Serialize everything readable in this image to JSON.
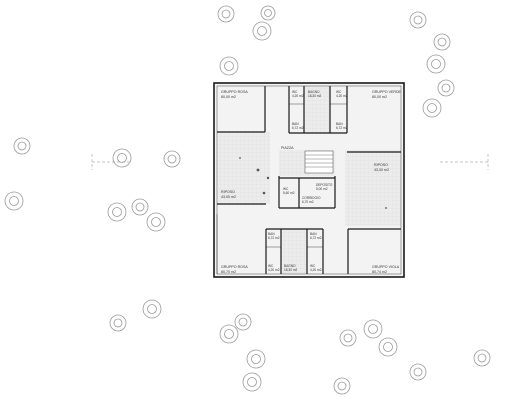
{
  "plan": {
    "rooms": {
      "nw_group": {
        "name": "GRUPPO ROSA",
        "area": "80,00 m2"
      },
      "ne_group": {
        "name": "GRUPPO VERDE",
        "area": "80,00 m2"
      },
      "sw_group": {
        "name": "GRUPPO ROSA",
        "area": "80,70 m2"
      },
      "se_group": {
        "name": "GRUPPO VIOLA",
        "area": "80,74 m2"
      },
      "west_rest": {
        "name": "RIPOSO",
        "area": "43,00 m2"
      },
      "east_rest": {
        "name": "RIPOSO",
        "area": "43,00 m2"
      },
      "central_court": {
        "name": "PIAZZA"
      },
      "wc_a": {
        "name": "WC",
        "area": "5,60 m2"
      },
      "storage_c": {
        "name": "DEPOSITO",
        "area": "5,00 m2"
      },
      "corridor": {
        "name": "CORRIDOIO",
        "area": "6,70 m2"
      },
      "north_wc_left": {
        "name": "WC",
        "area": "4,20 m2"
      },
      "north_bath": {
        "name": "BAGNO",
        "area": "18,30 m2"
      },
      "north_wc_right": {
        "name": "WC",
        "area": "4,20 m2"
      },
      "north_san_left": {
        "name": "BAN",
        "area": "6,72 m2"
      },
      "north_san_right": {
        "name": "BAN",
        "area": "6,72 m2"
      },
      "south_san_left": {
        "name": "BAN",
        "area": "6,72 m2"
      },
      "south_san_right": {
        "name": "BAN",
        "area": "6,72 m2"
      },
      "south_wc_left": {
        "name": "WC",
        "area": "4,20 m2"
      },
      "south_bath": {
        "name": "BAGNO",
        "area": "18,30 m2"
      },
      "south_wc_right": {
        "name": "WC",
        "area": "4,20 m2"
      }
    },
    "colors": {
      "wall": "#1a1a1a",
      "floor": "#f3f3f3",
      "tile_floor": "#e9e9e9",
      "trees": "#9a9a9a",
      "axis": "#8a8a8a"
    }
  }
}
